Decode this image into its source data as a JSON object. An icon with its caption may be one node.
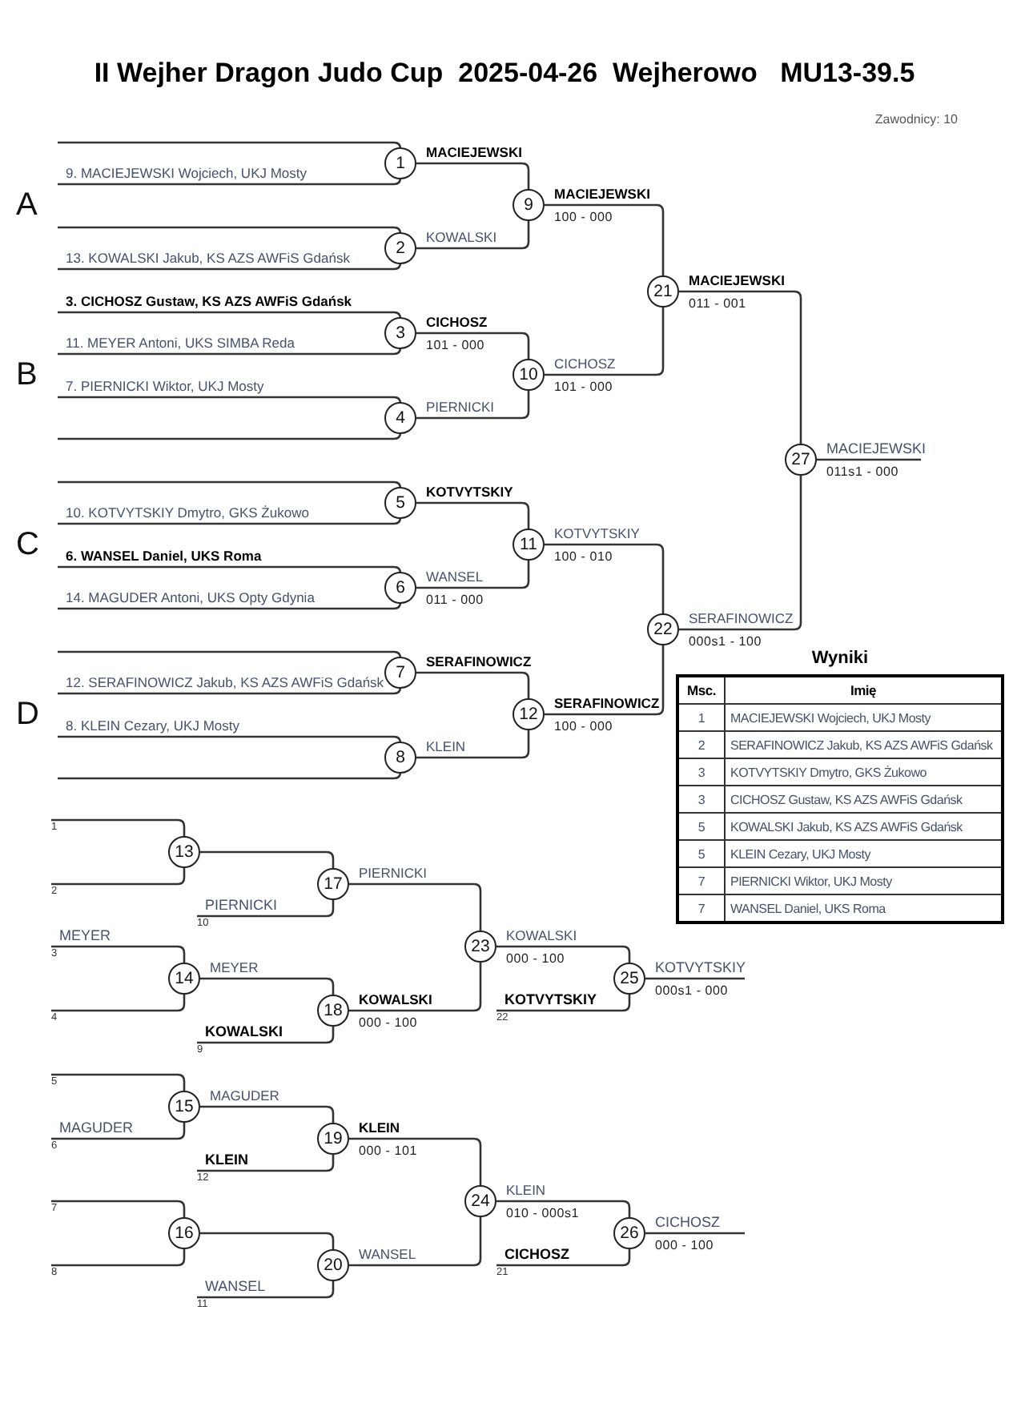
{
  "diagram": {
    "title": "II Wejher Dragon Judo Cup  2025-04-26  Wejherowo   MU13-39.5",
    "nodes": [
      {
        "text": [
          "1"
        ]
      },
      {
        "text": [
          "2"
        ]
      },
      {
        "text": [
          "3"
        ],
        "beside": [
          "101 - 000"
        ]
      },
      {
        "text": [
          "4"
        ]
      },
      {
        "text": [
          "5"
        ]
      },
      {
        "text": [
          "6"
        ],
        "beside": [
          "011 - 000"
        ]
      },
      {
        "text": [
          "7"
        ]
      },
      {
        "text": [
          "8"
        ]
      },
      {
        "text": [
          "9"
        ],
        "beside": [
          "100 - 000"
        ]
      },
      {
        "text": [
          "10"
        ],
        "beside": [
          "101 - 000"
        ]
      },
      {
        "text": [
          "11"
        ],
        "beside": [
          "100 - 010"
        ]
      },
      {
        "text": [
          "12"
        ],
        "beside": [
          "100 - 000"
        ]
      },
      {
        "text": [
          "13"
        ]
      },
      {
        "text": [
          "14"
        ]
      },
      {
        "text": [
          "15"
        ]
      },
      {
        "text": [
          "16"
        ]
      },
      {
        "text": [
          "17"
        ]
      },
      {
        "text": [
          "18"
        ],
        "beside": [
          "000 - 100"
        ]
      },
      {
        "text": [
          "19"
        ],
        "beside": [
          "000 - 101"
        ]
      },
      {
        "text": [
          "20"
        ]
      },
      {
        "text": [
          "21"
        ],
        "beside": [
          "011 - 001"
        ]
      },
      {
        "text": [
          "22"
        ],
        "beside": [
          "000s1 - 100"
        ]
      },
      {
        "text": [
          "23"
        ],
        "beside": [
          "000 - 100"
        ]
      },
      {
        "text": [
          "24"
        ],
        "beside": [
          "010 - 000s1"
        ]
      },
      {
        "text": [
          "25"
        ],
        "beside": [
          "000s1 - 000"
        ]
      },
      {
        "text": [
          "26"
        ],
        "beside": [
          "000 - 100"
        ]
      },
      {
        "text": [
          "27"
        ],
        "beside": [
          "011s1 - 000"
        ]
      },
      {
        "text": [
          "1"
        ]
      },
      {
        "text": [
          "2"
        ]
      },
      {
        "text": [
          "10"
        ]
      },
      {
        "text": [
          "3"
        ]
      },
      {
        "text": [
          "4"
        ]
      },
      {
        "text": [
          "9"
        ]
      },
      {
        "text": [
          "22"
        ]
      },
      {
        "text": [
          "5"
        ]
      },
      {
        "text": [
          "6"
        ]
      },
      {
        "text": [
          "12"
        ]
      },
      {
        "text": [
          "7"
        ]
      },
      {
        "text": [
          "8"
        ]
      },
      {
        "text": [
          "11"
        ]
      },
      {
        "text": [
          "21"
        ]
      }
    ],
    "edges": [
      {
        "from": null,
        "to": 0,
        "arrow": "none"
      },
      {
        "from": null,
        "to": 0,
        "arrow": "none",
        "label": "9. MACIEJEWSKI Wojciech, UKJ Mosty"
      },
      {
        "from": null,
        "to": 1,
        "arrow": "none"
      },
      {
        "from": null,
        "to": 1,
        "arrow": "none",
        "label": "13. KOWALSKI Jakub, KS AZS AWFiS Gdańsk"
      },
      {
        "from": null,
        "to": 2,
        "arrow": "none",
        "label": "3. CICHOSZ Gustaw, KS AZS AWFiS Gdańsk"
      },
      {
        "from": null,
        "to": 2,
        "arrow": "none",
        "label": "11. MEYER Antoni, UKS SIMBA Reda"
      },
      {
        "from": null,
        "to": 3,
        "arrow": "none",
        "label": "7. PIERNICKI Wiktor, UKJ Mosty"
      },
      {
        "from": null,
        "to": 3,
        "arrow": "none"
      },
      {
        "from": null,
        "to": 4,
        "arrow": "none"
      },
      {
        "from": null,
        "to": 4,
        "arrow": "none",
        "label": "10. KOTVYTSKIY Dmytro, GKS Żukowo"
      },
      {
        "from": null,
        "to": 5,
        "arrow": "none",
        "label": "6. WANSEL Daniel, UKS Roma"
      },
      {
        "from": null,
        "to": 5,
        "arrow": "none",
        "label": "14. MAGUDER Antoni, UKS Opty Gdynia"
      },
      {
        "from": null,
        "to": 6,
        "arrow": "none"
      },
      {
        "from": null,
        "to": 6,
        "arrow": "none",
        "label": "12. SERAFINOWICZ Jakub, KS AZS AWFiS Gdańsk"
      },
      {
        "from": null,
        "to": 7,
        "arrow": "none",
        "label": "8. KLEIN Cezary, UKJ Mosty"
      },
      {
        "from": null,
        "to": 7,
        "arrow": "none"
      },
      {
        "from": 0,
        "to": 8,
        "arrow": "none",
        "label": "MACIEJEWSKI"
      },
      {
        "from": 1,
        "to": 8,
        "arrow": "none",
        "label": "KOWALSKI"
      },
      {
        "from": 2,
        "to": 9,
        "arrow": "none",
        "label": "CICHOSZ"
      },
      {
        "from": 3,
        "to": 9,
        "arrow": "none",
        "label": "PIERNICKI"
      },
      {
        "from": 4,
        "to": 10,
        "arrow": "none",
        "label": "KOTVYTSKIY"
      },
      {
        "from": 5,
        "to": 10,
        "arrow": "none",
        "label": "WANSEL"
      },
      {
        "from": 6,
        "to": 11,
        "arrow": "none",
        "label": "SERAFINOWICZ"
      },
      {
        "from": 7,
        "to": 11,
        "arrow": "none",
        "label": "KLEIN"
      },
      {
        "from": 8,
        "to": 20,
        "arrow": "none",
        "label": "MACIEJEWSKI"
      },
      {
        "from": 9,
        "to": 20,
        "arrow": "none",
        "label": "CICHOSZ"
      },
      {
        "from": 10,
        "to": 21,
        "arrow": "none",
        "label": "KOTVYTSKIY"
      },
      {
        "from": 11,
        "to": 21,
        "arrow": "none",
        "label": "SERAFINOWICZ"
      },
      {
        "from": 20,
        "to": 26,
        "arrow": "none",
        "label": "MACIEJEWSKI"
      },
      {
        "from": 21,
        "to": 26,
        "arrow": "none",
        "label": "SERAFINOWICZ"
      },
      {
        "from": 26,
        "to": null,
        "arrow": "none",
        "label": "MACIEJEWSKI"
      },
      {
        "from": 27,
        "to": 12,
        "arrow": "none"
      },
      {
        "from": 28,
        "to": 12,
        "arrow": "none"
      },
      {
        "from": 12,
        "to": 16,
        "arrow": "none"
      },
      {
        "from": 29,
        "to": 16,
        "arrow": "none",
        "label": "PIERNICKI"
      },
      {
        "from": 30,
        "to": 13,
        "arrow": "none",
        "label": "MEYER"
      },
      {
        "from": 31,
        "to": 13,
        "arrow": "none"
      },
      {
        "from": 13,
        "to": 17,
        "arrow": "none",
        "label": "MEYER"
      },
      {
        "from": 32,
        "to": 17,
        "arrow": "none",
        "label": "KOWALSKI"
      },
      {
        "from": 16,
        "to": 22,
        "arrow": "none",
        "label": "PIERNICKI"
      },
      {
        "from": 17,
        "to": 22,
        "arrow": "none",
        "label": "KOWALSKI"
      },
      {
        "from": 22,
        "to": 24,
        "arrow": "none",
        "label": "KOWALSKI"
      },
      {
        "from": 33,
        "to": 24,
        "arrow": "none",
        "label": "KOTVYTSKIY"
      },
      {
        "from": 24,
        "to": null,
        "arrow": "none",
        "label": "KOTVYTSKIY"
      },
      {
        "from": 34,
        "to": 14,
        "arrow": "none"
      },
      {
        "from": 35,
        "to": 14,
        "arrow": "none",
        "label": "MAGUDER"
      },
      {
        "from": 14,
        "to": 18,
        "arrow": "none",
        "label": "MAGUDER"
      },
      {
        "from": 36,
        "to": 18,
        "arrow": "none",
        "label": "KLEIN"
      },
      {
        "from": 37,
        "to": 15,
        "arrow": "none"
      },
      {
        "from": 38,
        "to": 15,
        "arrow": "none"
      },
      {
        "from": 15,
        "to": 19,
        "arrow": "none"
      },
      {
        "from": 39,
        "to": 19,
        "arrow": "none",
        "label": "WANSEL"
      },
      {
        "from": 18,
        "to": 23,
        "arrow": "none",
        "label": "KLEIN"
      },
      {
        "from": 19,
        "to": 23,
        "arrow": "none",
        "label": "WANSEL"
      },
      {
        "from": 23,
        "to": 25,
        "arrow": "none",
        "label": "KLEIN"
      },
      {
        "from": 40,
        "to": 25,
        "arrow": "none",
        "label": "CICHOSZ"
      },
      {
        "from": 25,
        "to": null,
        "arrow": "none",
        "label": "CICHOSZ"
      }
    ],
    "labels": [
      "Zawodnicy: 10",
      "A",
      "B",
      "C",
      "D",
      "Wyniki",
      "Msc.",
      "Imię",
      "1",
      "MACIEJEWSKI Wojciech, UKJ Mosty",
      "2",
      "SERAFINOWICZ Jakub, KS AZS AWFiS Gdańsk",
      "3",
      "KOTVYTSKIY Dmytro, GKS Żukowo",
      "3",
      "CICHOSZ Gustaw, KS AZS AWFiS Gdańsk",
      "5",
      "KOWALSKI Jakub, KS AZS AWFiS Gdańsk",
      "5",
      "KLEIN Cezary, UKJ Mosty",
      "7",
      "PIERNICKI Wiktor, UKJ Mosty",
      "7",
      "WANSEL Daniel, UKS Roma"
    ]
  }
}
